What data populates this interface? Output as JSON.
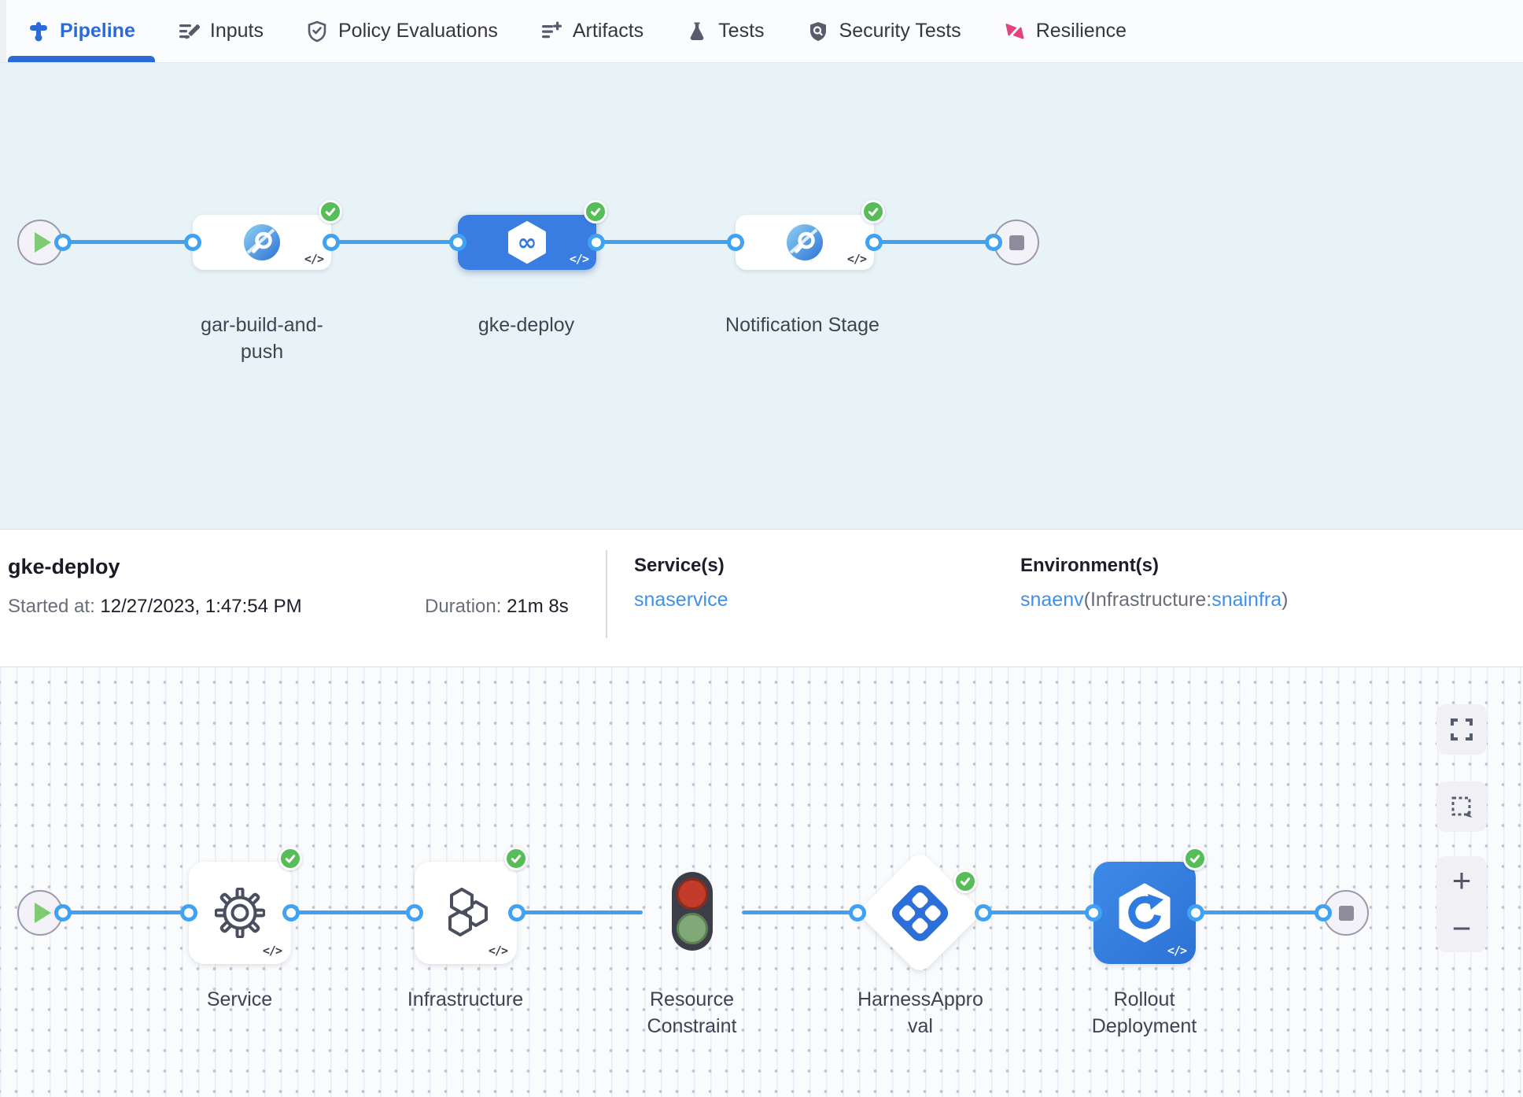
{
  "tabs": {
    "items": [
      {
        "label": "Pipeline",
        "active": true
      },
      {
        "label": "Inputs",
        "active": false
      },
      {
        "label": "Policy Evaluations",
        "active": false
      },
      {
        "label": "Artifacts",
        "active": false
      },
      {
        "label": "Tests",
        "active": false
      },
      {
        "label": "Security Tests",
        "active": false
      },
      {
        "label": "Resilience",
        "active": false
      }
    ]
  },
  "stage_pipeline": {
    "stages": [
      {
        "label": "gar-build-and-push",
        "status": "success"
      },
      {
        "label": "gke-deploy",
        "status": "success",
        "selected": true
      },
      {
        "label": "Notification Stage",
        "status": "success"
      }
    ]
  },
  "details": {
    "title": "gke-deploy",
    "started_label": "Started at:",
    "started_value": "12/27/2023, 1:47:54 PM",
    "duration_label": "Duration:",
    "duration_value": "21m 8s",
    "services_label": "Service(s)",
    "service_link": "snaservice",
    "environments_label": "Environment(s)",
    "env_link": "snaenv",
    "env_mid": "(Infrastructure:",
    "env_infra_link": "snainfra",
    "env_close": ")"
  },
  "execution_pipeline": {
    "steps": [
      {
        "label": "Service",
        "status": "success"
      },
      {
        "label": "Infrastructure",
        "status": "success"
      },
      {
        "label": "Resource Constraint",
        "status": "none"
      },
      {
        "label": "HarnessApproval",
        "status": "success"
      },
      {
        "label": "Rollout Deployment",
        "status": "success"
      }
    ]
  },
  "glyphs": {
    "code": "</>",
    "infinity": "∞",
    "zoom_in": "+",
    "zoom_out": "−"
  },
  "colors": {
    "accent_blue": "#2a6bd7",
    "edge_blue": "#42a0f0",
    "selected_stage_blue": "#3a7de2",
    "success_green": "#57bd58",
    "resilience_pink": "#e2447b",
    "canvas_teal": "#e8f3f8"
  }
}
